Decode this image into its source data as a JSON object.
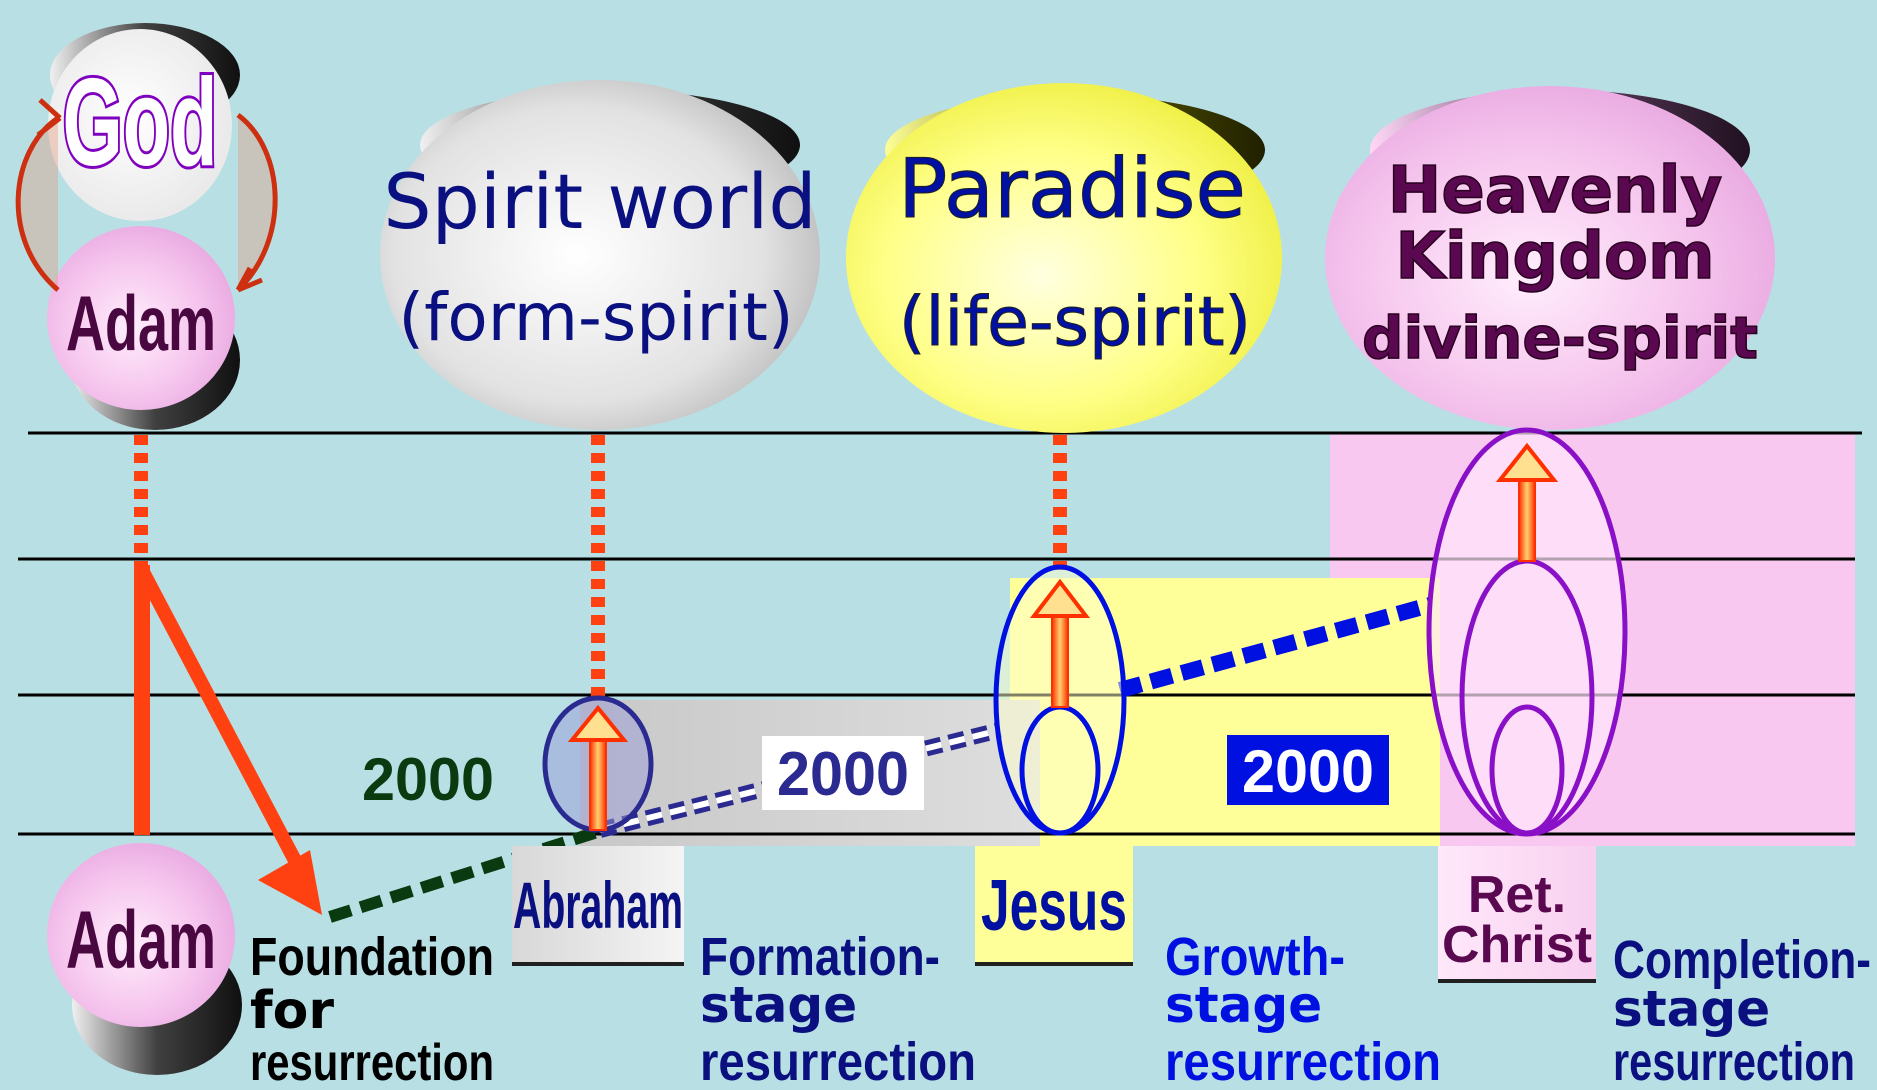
{
  "top": {
    "god": "God",
    "adam": "Adam"
  },
  "realms": {
    "spirit_world": {
      "title": "Spirit world",
      "subtitle": "(form-spirit)"
    },
    "paradise": {
      "title": "Paradise",
      "subtitle": "(life-spirit)"
    },
    "heavenly": {
      "line1": "Heavenly",
      "line2": "Kingdom",
      "line3": "divine-spirit"
    }
  },
  "periods": {
    "first": "2000",
    "second": "2000",
    "third": "2000"
  },
  "figures": {
    "adam": "Adam",
    "abraham": "Abraham",
    "jesus": "Jesus",
    "ret_christ_line1": "Ret.",
    "ret_christ_line2": "Christ"
  },
  "stages": {
    "foundation": {
      "line1": "Foundation",
      "line2": "for",
      "line3": "resurrection"
    },
    "formation": {
      "line1": "Formation-",
      "line2": "stage",
      "line3": "resurrection"
    },
    "growth": {
      "line1": "Growth-",
      "line2": "stage",
      "line3": "resurrection"
    },
    "completion": {
      "line1": "Completion-",
      "line2": "stage",
      "line3": "resurrection"
    }
  },
  "colors": {
    "background": "#b8e0e4",
    "arrow_red": "#ff4010",
    "navy": "#00107a",
    "blue": "#0010e0",
    "purple": "#8a10c8",
    "dark_purple": "#5a0850",
    "dark_green": "#0a3a10",
    "pink": "#f4c4ec",
    "yellow": "#ffff88"
  }
}
